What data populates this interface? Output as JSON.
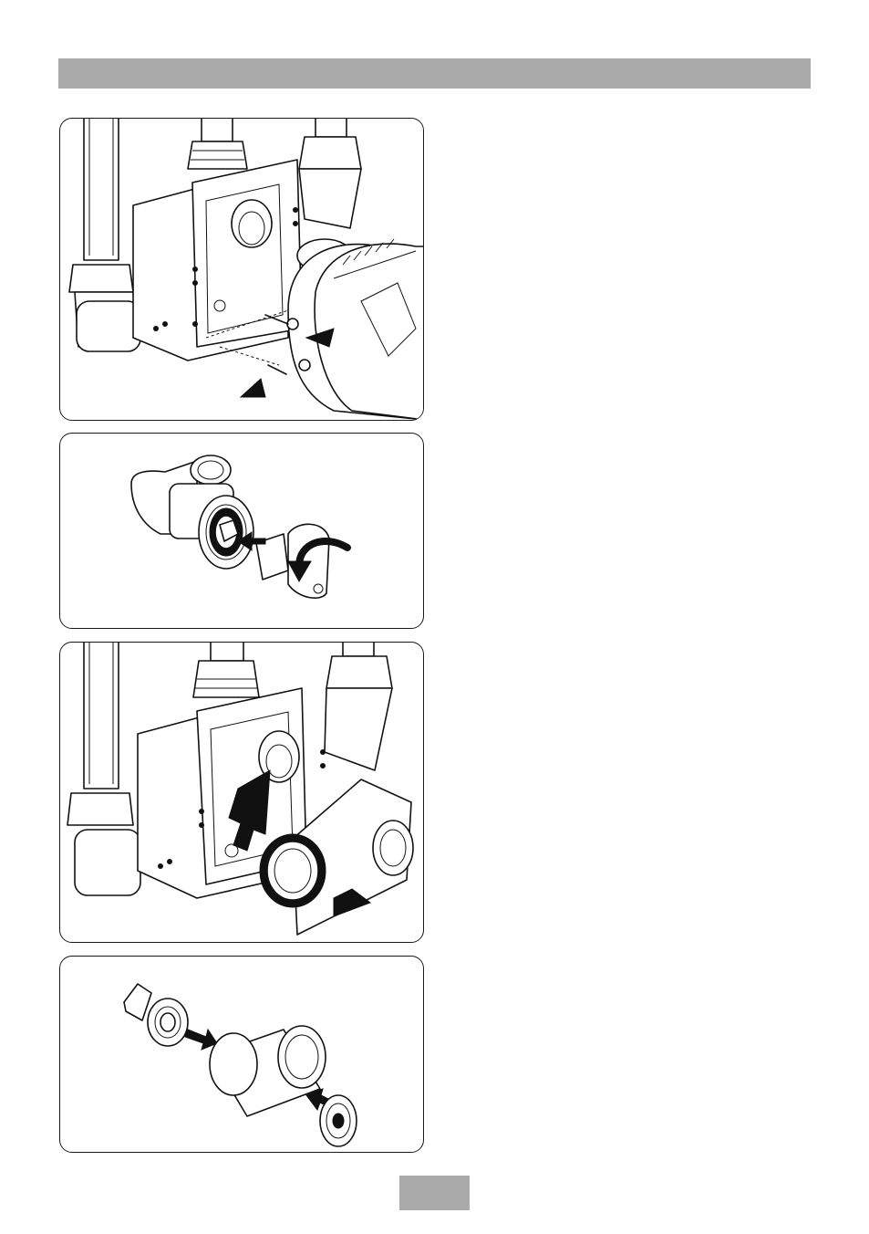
{
  "header": {
    "bar_color": "#aaaaaa"
  },
  "illustrations": [
    {
      "id": "mixer-body-cartridge-removal",
      "icon": "valve-body-with-cartridge-illustration"
    },
    {
      "id": "inlet-elbow-check-valve-tool",
      "icon": "elbow-with-key-tool-illustration"
    },
    {
      "id": "outlet-elbow-fitting",
      "icon": "valve-body-with-outlet-elbow-illustration"
    },
    {
      "id": "filter-assembly",
      "icon": "filter-cartridge-exploded-illustration"
    }
  ],
  "footer": {
    "page_tab_color": "#aaaaaa"
  }
}
